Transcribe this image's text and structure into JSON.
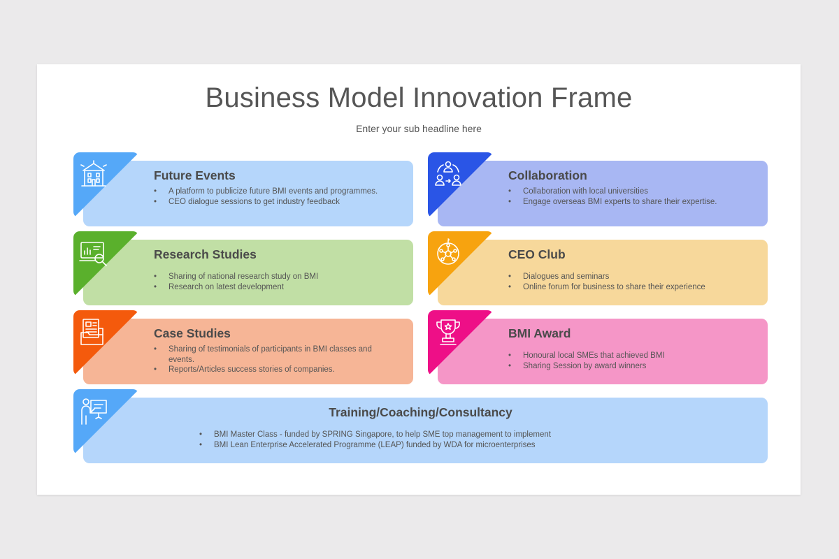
{
  "slide": {
    "title": "Business Model Innovation Frame",
    "subtitle": "Enter your sub headline here"
  },
  "cards": [
    {
      "heading": "Future Events",
      "icon": "building-icon",
      "tab_color": "#55a8f8",
      "panel_color": "#b5d6fb",
      "bullets": [
        "A platform to publicize future BMI events and programmes.",
        "CEO dialogue sessions to get industry feedback"
      ]
    },
    {
      "heading": "Collaboration",
      "icon": "team-collaboration-icon",
      "tab_color": "#2a55e6",
      "panel_color": "#a8b7f3",
      "bullets": [
        "Collaboration with local universities",
        "Engage overseas BMI experts to share their expertise."
      ]
    },
    {
      "heading": "Research Studies",
      "icon": "research-screen-icon",
      "tab_color": "#5ab02c",
      "panel_color": "#c1dfa5",
      "bullets": [
        "Sharing of national research study on BMI",
        "Research on latest development"
      ]
    },
    {
      "heading": "CEO Club",
      "icon": "network-globe-icon",
      "tab_color": "#f7a30f",
      "panel_color": "#f7d89b",
      "bullets": [
        "Dialogues and seminars",
        "Online forum for business to share their experience"
      ]
    },
    {
      "heading": "Case Studies",
      "icon": "case-document-icon",
      "tab_color": "#f45a0c",
      "panel_color": "#f6b596",
      "bullets": [
        "Sharing of testimonials of participants in BMI classes and events.",
        "Reports/Articles success stories of companies."
      ]
    },
    {
      "heading": "BMI Award",
      "icon": "trophy-icon",
      "tab_color": "#ee0f87",
      "panel_color": "#f596c7",
      "bullets": [
        "Honoural local SMEs that achieved BMI",
        "Sharing Session by award winners"
      ]
    },
    {
      "heading": "Training/Coaching/Consultancy",
      "icon": "presenter-board-icon",
      "tab_color": "#55a8f8",
      "panel_color": "#b5d6fb",
      "bullets": [
        "BMI Master Class - funded by SPRING Singapore, to help SME top management to implement",
        "BMI Lean Enterprise Accelerated Programme (LEAP) funded by WDA for microenterprises"
      ]
    }
  ]
}
